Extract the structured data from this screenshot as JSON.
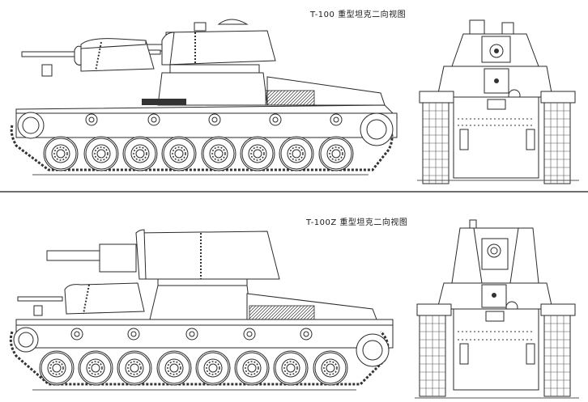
{
  "figure": {
    "top_panel": {
      "caption": "T-100 重型坦克二向视图",
      "model": "T-100",
      "views": [
        "side view",
        "front view"
      ],
      "road_wheels": 8
    },
    "bottom_panel": {
      "caption": "T-100Z 重型坦克二向视图",
      "model": "T-100Z",
      "views": [
        "side view",
        "front view"
      ],
      "road_wheels": 8
    }
  },
  "colors": {
    "background": "#ffffff",
    "line": "#2a2a2a",
    "divider": "#6e6e6e"
  }
}
